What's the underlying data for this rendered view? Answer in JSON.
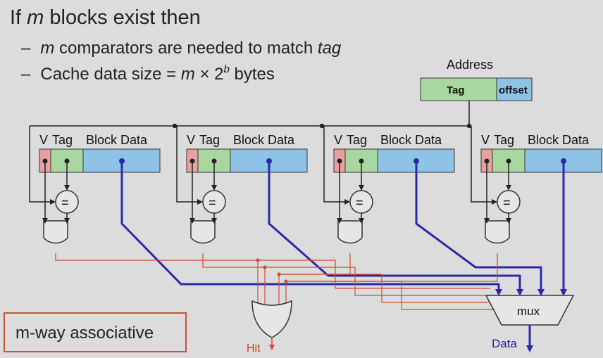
{
  "slide": {
    "title_prefix": "If ",
    "title_var": "m",
    "title_suffix": " blocks exist then",
    "bullet1": {
      "dash": "–",
      "var": "m",
      "text": " comparators are needed to match ",
      "emph": "tag"
    },
    "bullet2": {
      "dash": "–",
      "text": "Cache data size = ",
      "var": "m",
      "times": " × 2",
      "exp": "b",
      "suffix": " bytes"
    }
  },
  "address": {
    "label": "Address",
    "tag": "Tag",
    "offset": "offset"
  },
  "ways": [
    {
      "v": "V",
      "tag": "Tag",
      "data": "Block Data",
      "cmp": "="
    },
    {
      "v": "V",
      "tag": "Tag",
      "data": "Block Data",
      "cmp": "="
    },
    {
      "v": "V",
      "tag": "Tag",
      "data": "Block Data",
      "cmp": "="
    },
    {
      "v": "V",
      "tag": "Tag",
      "data": "Block Data",
      "cmp": "="
    }
  ],
  "mux_label": "mux",
  "hit_label": "Hit",
  "data_label": "Data",
  "assoc_label": "m-way associative",
  "colors": {
    "valid": "#e8a0a0",
    "tag": "#a8d8a0",
    "data": "#8fc3e6",
    "red_wire": "#d24a32",
    "blue_wire": "#2a2aa8",
    "black_wire": "#222222",
    "assoc_border": "#c8503c"
  }
}
